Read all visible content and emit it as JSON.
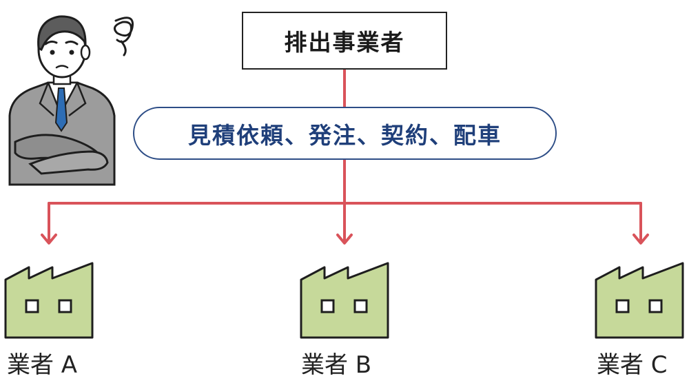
{
  "root_label": "排出事業者",
  "process_label": "見積依頼、発注、契約、配車",
  "vendors": [
    {
      "label": "業者 A"
    },
    {
      "label": "業者 B"
    },
    {
      "label": "業者 C"
    }
  ],
  "colors": {
    "connector": "#d9535a",
    "factory_fill": "#c6d99a",
    "factory_stroke": "#1e1e1e",
    "pill_border": "#2d4d86",
    "pill_text": "#1f3f7a",
    "suit": "#9c9c9c",
    "tie": "#2d6db5"
  },
  "icons": [
    "worried-businessman-icon",
    "factory-icon"
  ]
}
